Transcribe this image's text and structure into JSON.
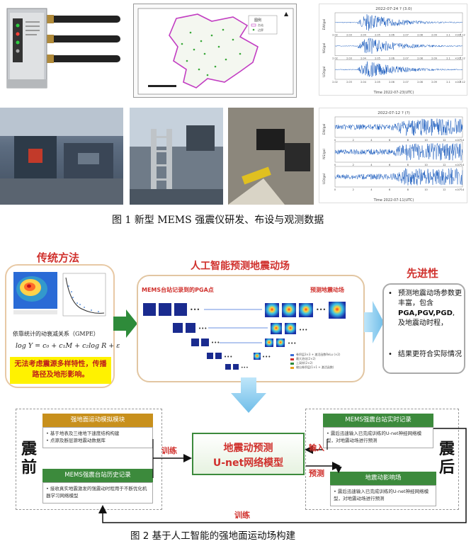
{
  "figure1": {
    "caption": "图 1 新型 MEMS 强震仪研发、布设与观测数据",
    "map": {
      "legend_title": "图例",
      "legend_items": [
        "台站",
        "边界"
      ]
    },
    "seismogram_top": {
      "title": "2022-07-24 ? (3.0)",
      "xlabel": "Time 2022-07-23(UTC)",
      "xticks": [
        "2.02",
        "2.03",
        "2.04",
        "2.05",
        "2.06",
        "2.07",
        "2.08",
        "2.09",
        "2.1",
        "2.12"
      ],
      "channels": [
        "EW/gal",
        "NS/gal",
        "UD/gal"
      ],
      "exp": "×10⁴"
    },
    "seismogram_bottom": {
      "title": "2022-07-12 ? (?)",
      "xlabel": "Time 2022-07-11(UTC)",
      "xticks": [
        "0",
        "2",
        "4",
        "6",
        "8",
        "10",
        "12",
        "14"
      ],
      "channels": [
        "EW/gal",
        "NS/gal",
        "UD/gal"
      ],
      "exp": "×10⁴"
    }
  },
  "figure2": {
    "caption": "图 2   基于人工智能的强地面运动场构建",
    "traditional": {
      "title": "传统方法",
      "gmpe_label": "依靠统计的动衰减关系（GMPE）",
      "formula": "log Y = c₀ + c₁M + c₂log R + ε",
      "note": "无法考虑震源多样特性，传播路径及地形影响。"
    },
    "ai": {
      "title": "人工智能预测地震动场",
      "left_label": "MEMS台站记录到的PGA点",
      "right_label": "预测地震动场",
      "legend": [
        "卷积层3×3 + 激活函数ReLu (×2)",
        "最大池化(2×2)",
        "上采样(2×2)",
        "输出卷积层(1×1 + 激活函数)"
      ]
    },
    "advanced": {
      "title": "先进性",
      "bullets": [
        "预测地震动场参数更丰富，包含PGA,PGV,PGD,及地震动时程，",
        "结果更符合实际情况"
      ],
      "bullet1_pre": "预测地震动场参数更丰富，包含",
      "bullet1_bold": "PGA,PGV,PGD",
      "bullet1_post": ",及地震动时程，"
    },
    "before": {
      "label_1": "震",
      "label_2": "前",
      "sim_module": {
        "title": "强地面运动模拟模块",
        "items": [
          "基于地表及三维地下速度结构构建",
          "点源及断层源地震动数据库"
        ]
      },
      "history": {
        "title": "MEMS强震台站历史记录",
        "items": [
          "接收真实地震激发的强震动时程用于不断优化机器学习网络模型"
        ]
      }
    },
    "center": {
      "line1": "地震动预测",
      "line2": "U-net网络模型"
    },
    "after": {
      "label_1": "震",
      "label_2": "后",
      "realtime": {
        "title": "MEMS强震台站实时记录",
        "items": [
          "震后迅速输入已完成训练的U-net神经网络模型，对地震动场进行预测"
        ]
      },
      "influence": {
        "title": "地震动影响场",
        "items": [
          "震后迅速输入已完成训练的U-net神经网络模型，对地震动场进行预测"
        ]
      }
    },
    "arrows": {
      "train_left": "训练",
      "input": "输入",
      "predict": "预测",
      "train_bottom": "训练"
    },
    "colors": {
      "gold": "#c8901c",
      "green": "#3c8a3c",
      "red": "#d0312d",
      "center_border": "#3c8a3c",
      "blue_arrow": "#6fbde8"
    }
  }
}
